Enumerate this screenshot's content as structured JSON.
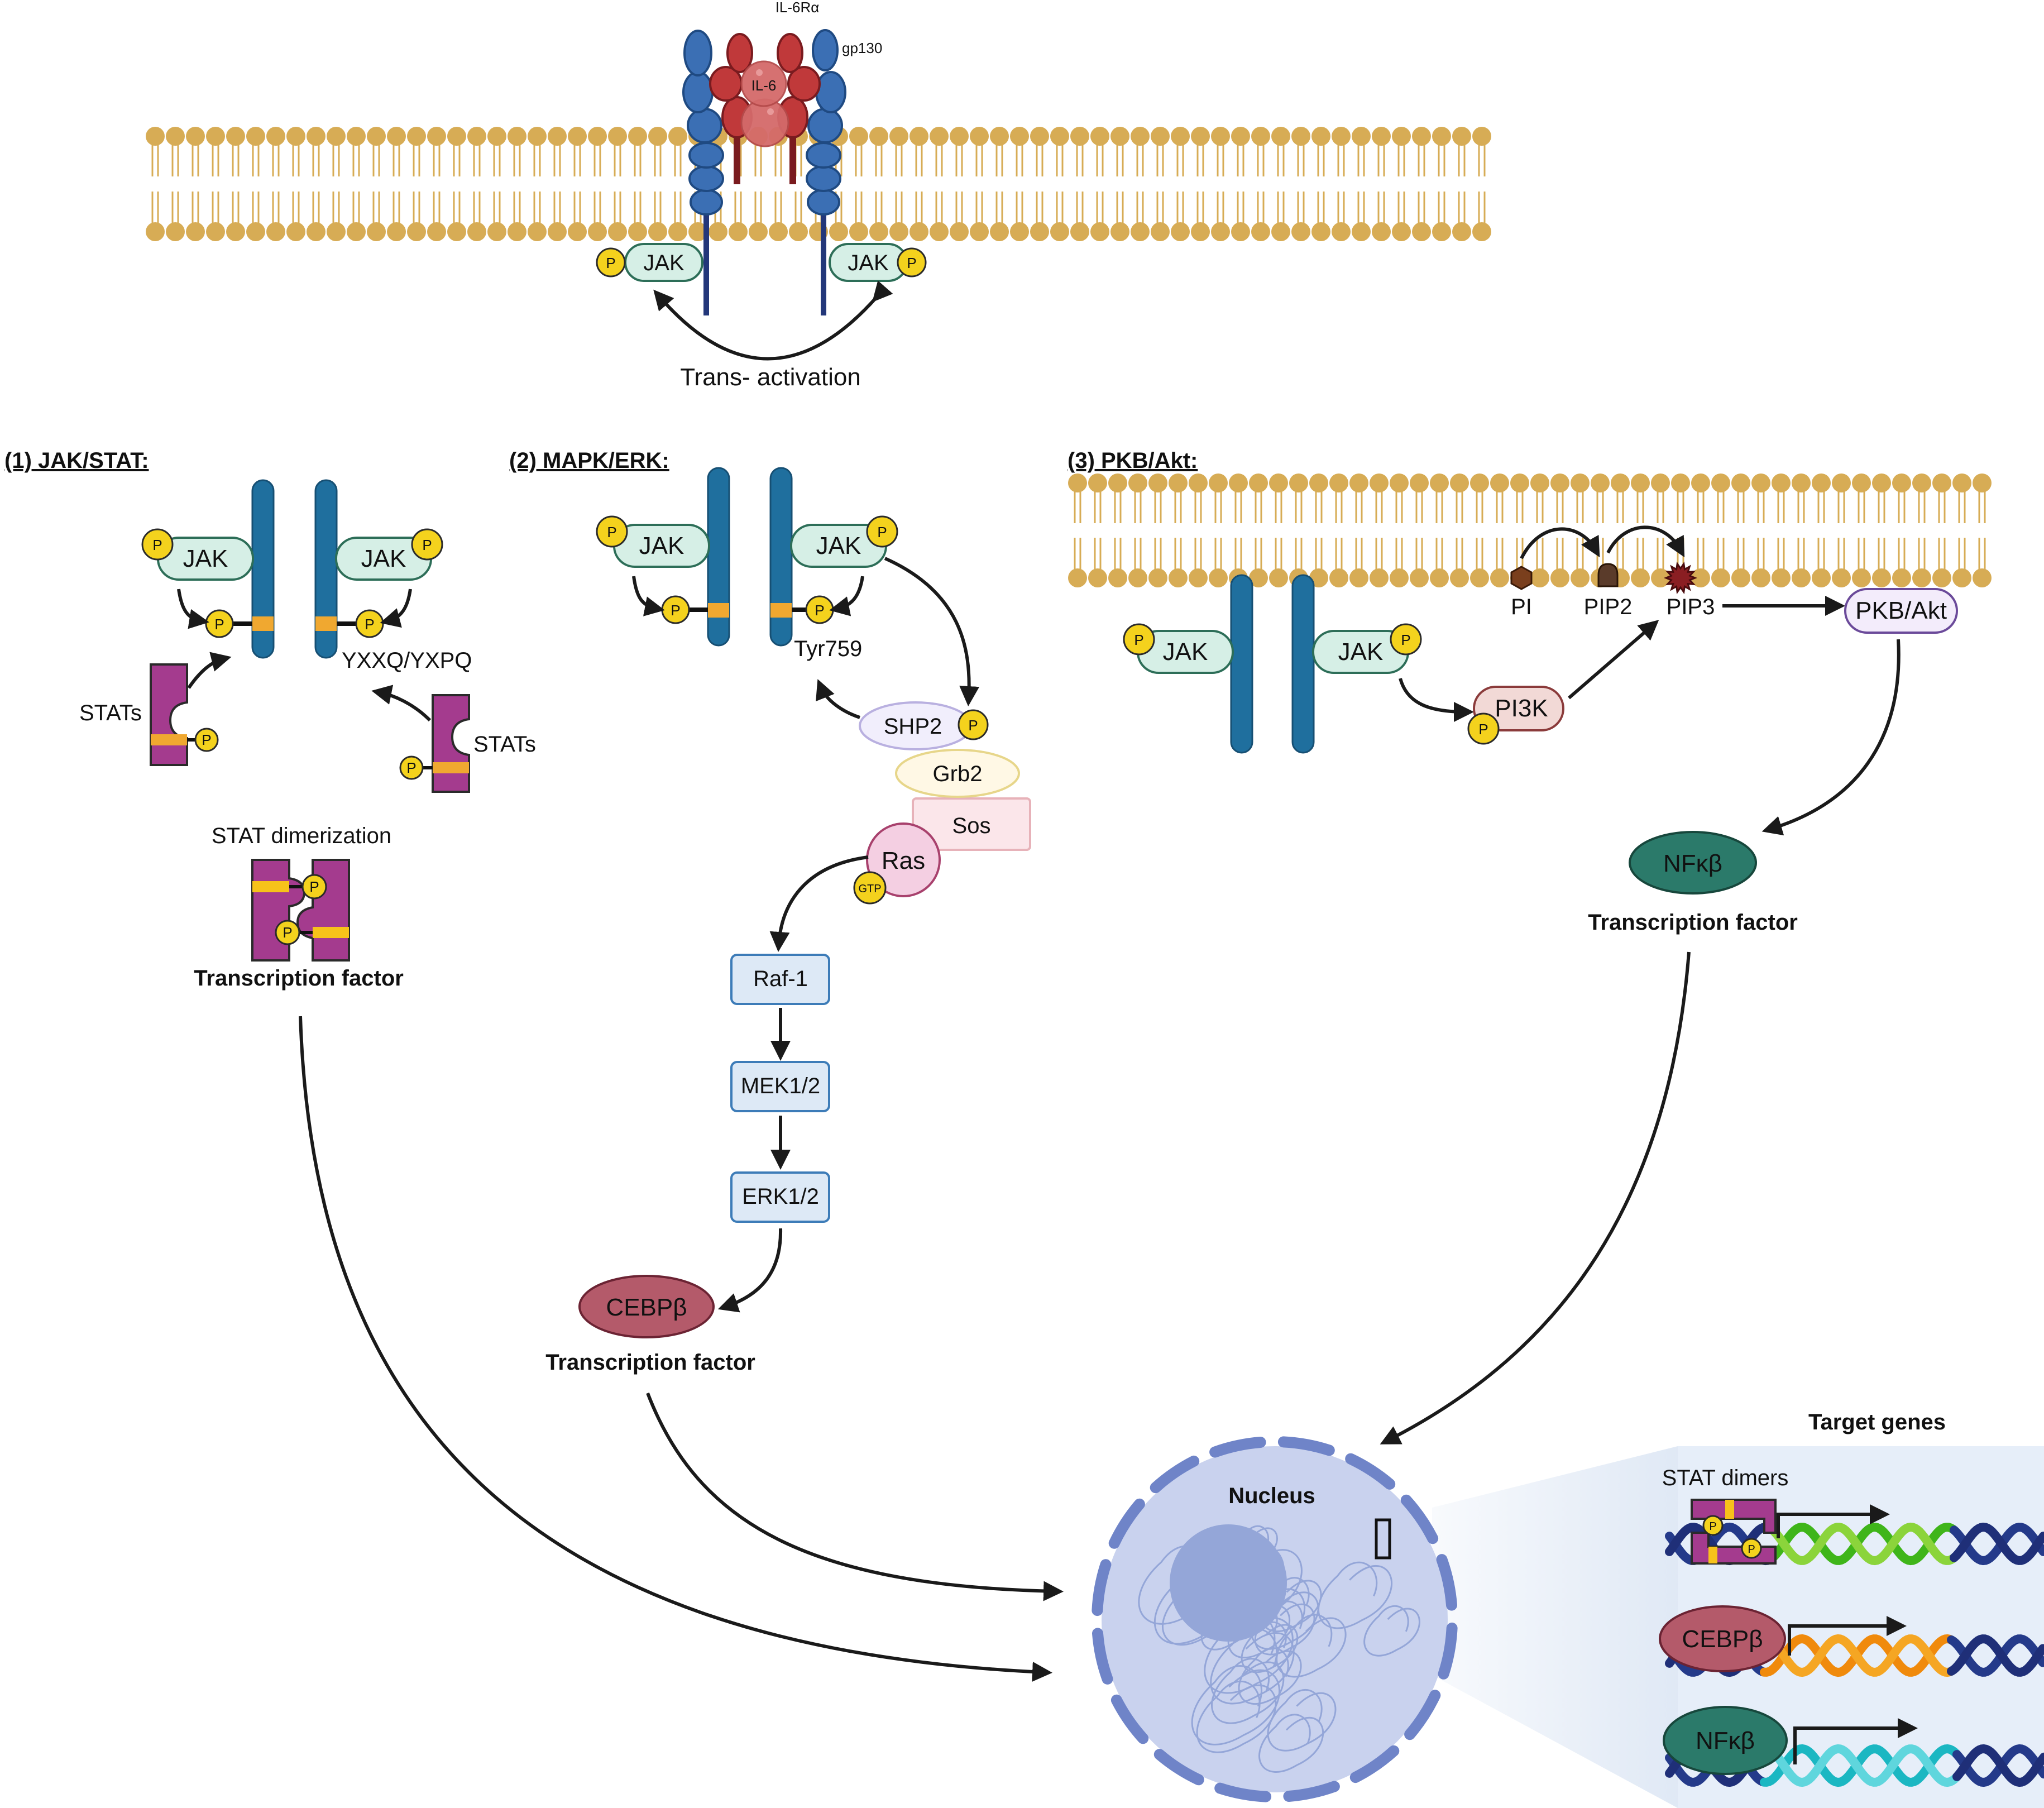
{
  "top": {
    "receptor_label": "IL-6Rα",
    "gp130_label": "gp130",
    "ligand_label": "IL-6",
    "jak_left": "JAK",
    "jak_right": "JAK",
    "trans_activation": "Trans- activation"
  },
  "phospho": "P",
  "jak_stat": {
    "header": "(1) JAK/STAT:",
    "jak_left": "JAK",
    "jak_right": "JAK",
    "motif": "YXXQ/YXPQ",
    "stats_left": "STATs",
    "stats_right": "STATs",
    "dimerization": "STAT dimerization",
    "tf": "Transcription factor"
  },
  "mapk": {
    "header": "(2) MAPK/ERK:",
    "jak_left": "JAK",
    "jak_right": "JAK",
    "tyr": "Tyr759",
    "shp2": "SHP2",
    "grb2": "Grb2",
    "sos": "Sos",
    "ras": "Ras",
    "gtp": "GTP",
    "raf": "Raf-1",
    "mek": "MEK1/2",
    "erk": "ERK1/2",
    "cebp": "CEBPβ",
    "tf": "Transcription factor"
  },
  "akt": {
    "header": "(3) PKB/Akt:",
    "pi": "PI",
    "pip2": "PIP2",
    "pip3": "PIP3",
    "jak_left": "JAK",
    "jak_right": "JAK",
    "pi3k": "PI3K",
    "pkb": "PKB/Akt",
    "nfkb": "NFκβ",
    "tf": "Transcription factor"
  },
  "nucleus": {
    "label": "Nucleus",
    "target_genes": "Target genes",
    "stat_dimers": "STAT dimers",
    "cebp": "CEBPβ",
    "nfkb": "NFκβ"
  },
  "colors": {
    "membrane": "#d7ac55",
    "receptor_blue": "#2f6fb0",
    "gp130_blue": "#3b6fb4",
    "il6_red": "#c0393a",
    "jak_fill": "#d6efe6",
    "jak_stroke": "#2d6e58",
    "phospho": "#f4d21d",
    "stat_purple": "#a43b8e",
    "cebp": "#b45a6a",
    "nfkb": "#2b7a6a",
    "kinase_box": "#dde9f6",
    "nucleus": "#c9d2ee"
  }
}
